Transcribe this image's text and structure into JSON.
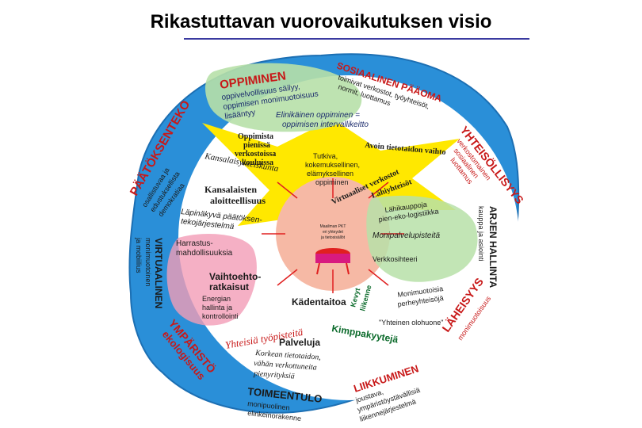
{
  "title": "Rikastuttavan vuorovaikutuksen visio",
  "palette": {
    "outer_blob": "#2a8fd8",
    "outer_blob_edge": "#1c6fb3",
    "inner_circle": "#ffffff",
    "yellow_star": "#ffe800",
    "peach_circle": "#f6b9a5",
    "red": "#e02020",
    "magenta": "#d81a80",
    "green": "#2ea84a",
    "light_green": "#b7e0a8",
    "pink": "#f29cb7",
    "text_dark": "#1a1a1a",
    "text_navy": "#1a2a6c",
    "text_red": "#c81818",
    "text_green": "#0a6a2a"
  },
  "labels": {
    "oppiminen": "OPPIMINEN",
    "oppiminen_sub1": "oppivelvollisuus säilyy,",
    "oppiminen_sub2": "oppimisen monimuotoisuus",
    "oppiminen_sub3": "lisääntyy",
    "sosiaalinen": "SOSIAALINEN PÄÄOMA",
    "sosiaalinen_sub1": "toimivat verkostot, työyhteisöt,",
    "sosiaalinen_sub2": "normit, luottamus",
    "elinikainen1": "Elinikäinen oppiminen =",
    "elinikainen2": "oppimisen intervallikeitto",
    "oppimista1": "Oppimista",
    "oppimista2": "pienissä",
    "oppimista3": "verkostoissa",
    "oppimista4": "kouluissa",
    "kansalaisyhteiskunta": "Kansalaisyhteiskunta",
    "avoin_tietoyhteiskunta": "Avoin tietotaidon vaihto",
    "tutkiva1": "Tutkiva,",
    "tutkiva2": "kokemuksellinen,",
    "tutkiva3": "elämyksellinen",
    "tutkiva4": "oppiminen",
    "kansalaisten1": "Kansalaisten",
    "kansalaisten2": "aloitteellisuus",
    "virtuaaliset": "Virtuaaliset verkostot",
    "lahiyhteisot": "Lähiyhteisöt",
    "lapinakyva1": "Läpinäkyvä päätöksen-",
    "lapinakyva2": "tekojärjestelmä",
    "palvelut_caption1": "Maailman PKT",
    "palvelut_caption2": "eri yhteydet",
    "palvelut_caption3": "ja tietosisällöt",
    "lahikauppoja1": "Lähikauppoja",
    "lahikauppoja2": "pien-eko-logistiikka",
    "monipalvelupiste": "Monipalvelupisteitä",
    "verkkosihteeri": "Verkkosihteeri",
    "harrastus1": "Harrastus-",
    "harrastus2": "mahdollisuuksia",
    "vaihtoehto1": "Vaihtoehto-",
    "vaihtoehto2": "ratkaisut",
    "energian1": "Energian",
    "energian2": "hallinta ja",
    "energian3": "kontrollointi",
    "kadentaitoa": "Kädentaitoa",
    "kevyt1": "Kevyt",
    "kevyt2": "liikenne",
    "monimuotoisia1": "Monimuotoisia",
    "monimuotoisia2": "perheyhteisöjä",
    "yhteinen_olohuone": "\"Yhteinen olohuone\"",
    "yhteisia_tyopisteita": "Yhteisiä työpisteitä",
    "kimppakyyteja": "Kimppakyytejä",
    "palveluja": "Palveluja",
    "korkean1": "Korkean tietotaidon,",
    "korkean2": "vähän verkottuneita",
    "korkean3": "pienyrityksiä",
    "paatoksenteko": "PÄÄTÖKSENTEKO",
    "paatoksenteko_sub1": "osallistuvaa ja",
    "paatoksenteko_sub2": "edustuksellista",
    "paatoksenteko_sub3": "demokratiaa",
    "yhteisollisyys": "YHTEISÖLLISYYS",
    "yhteisollisyys_sub1": "verkostomainen",
    "yhteisollisyys_sub2": "sosiaalinen",
    "yhteisollisyys_sub3": "luottamus",
    "arjen_hallinta": "ARJEN HALLINTA",
    "arjen_sub": "kauppa ja asiointi",
    "virtuaalinen_yhteisollisyys": "VIRTUAALINEN",
    "virt_sub1": "monimuotoinen",
    "virt_sub2": "ja mobiilius",
    "ymparisto": "YMPÄRISTÖ",
    "ymparisto_sub": "ekologisuus",
    "liikkuminen": "LIIKKUMINEN",
    "liikkuminen_sub1": "joustava,",
    "liikkuminen_sub2": "ympäristöystävällisiä",
    "liikkuminen_sub3": "liikennejärjestelmä",
    "toimeentulo": "TOIMEENTULO",
    "toimeentulo_sub1": "monipuolinen",
    "toimeentulo_sub2": "elinkeinorakenne",
    "lahiesuus": "LÄHEISYYS",
    "lahiesuus_sub": "monimuotoisuus"
  }
}
